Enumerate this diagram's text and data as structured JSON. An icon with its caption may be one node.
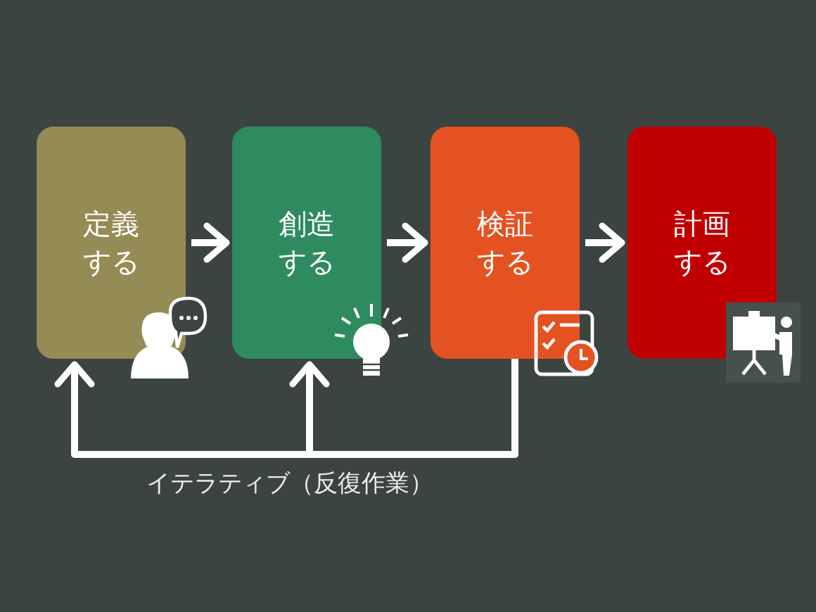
{
  "diagram": {
    "nodes": [
      {
        "text": [
          "定義する"
        ]
      },
      {
        "text": [
          "創造する"
        ]
      },
      {
        "text": [
          "検証する"
        ]
      },
      {
        "text": [
          "計画する"
        ]
      }
    ],
    "edges": [
      {
        "from": 0,
        "to": 1,
        "arrow": "to"
      },
      {
        "from": 1,
        "to": 2,
        "arrow": "to"
      },
      {
        "from": 2,
        "to": 3,
        "arrow": "to"
      },
      {
        "from": 2,
        "to": 0,
        "arrow": "to"
      },
      {
        "from": 2,
        "to": 1,
        "arrow": "to"
      }
    ],
    "labels": [
      "イテラティブ（反復作業）"
    ]
  }
}
